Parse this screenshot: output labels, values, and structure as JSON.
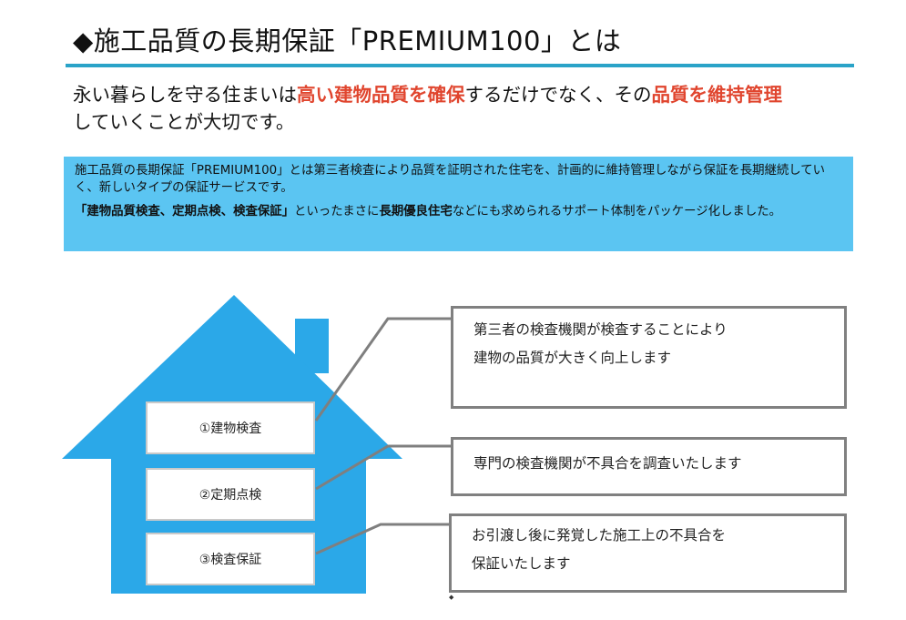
{
  "header": {
    "title": "◆施工品質の長期保証「PREMIUM100」とは"
  },
  "lead": {
    "part1": "永い暮らしを守る住まいは",
    "highlight1": "高い建物品質を確保",
    "part2": "するだけでなく、その",
    "highlight2": "品質を維持管理",
    "part3": "していくことが大切です。"
  },
  "info": {
    "para1": "施工品質の長期保証「PREMIUM100」とは第三者検査により品質を証明された住宅を、計画的に維持管理しながら保証を長期継続していく、新しいタイプの保証サービスです。",
    "para2_bold1": "「建物品質検査、定期点検、検査保証」",
    "para2_text1": "といったまさに",
    "para2_bold2": "長期優良住宅",
    "para2_text2": "などにも求められるサポート体制をパッケージ化しました。"
  },
  "rooms": [
    {
      "label": "①建物検査"
    },
    {
      "label": "②定期点検"
    },
    {
      "label": "③検査保証"
    }
  ],
  "callouts": [
    {
      "line1": "第三者の検査機関が検査することにより",
      "line2": "建物の品質が大きく向上します"
    },
    {
      "line1": "専門の検査機関が不具合を調査いたします"
    },
    {
      "line1": "お引渡し後に発覚した施工上の不具合を",
      "line2": "保証いたします"
    }
  ],
  "colors": {
    "accent_rule": "#2aa3c8",
    "info_bg": "#5bc5f2",
    "house": "#2ba8e8",
    "highlight": "#e0452e",
    "callout_border": "#808080",
    "connector": "#7f7f7f"
  }
}
